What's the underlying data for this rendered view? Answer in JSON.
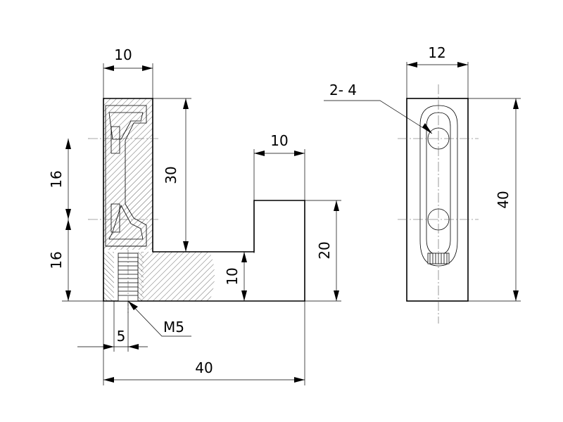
{
  "drawing": {
    "side_view": {
      "dim_top_width": "10",
      "dim_step_width": "10",
      "dim_total_height": "30",
      "dim_upper_pitch": "16",
      "dim_lower_pitch": "16",
      "dim_step_height": "20",
      "dim_base_height": "10",
      "dim_thread_offset": "5",
      "dim_total_length": "40",
      "thread_label": "M5"
    },
    "front_view": {
      "dim_width": "12",
      "dim_height": "40",
      "hole_label": "2- 4"
    },
    "colors": {
      "line": "#000000",
      "background": "#ffffff"
    }
  }
}
